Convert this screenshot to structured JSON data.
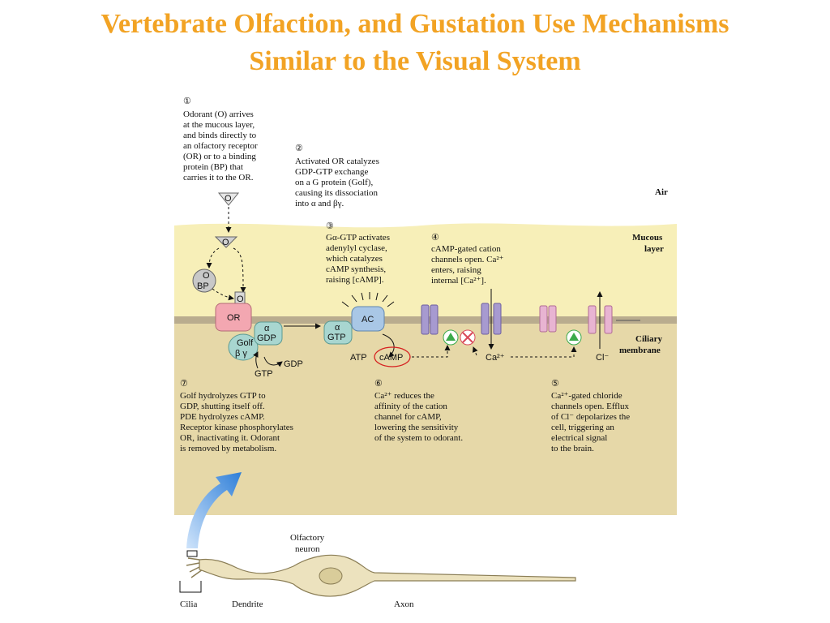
{
  "slide": {
    "title_line1": "Vertebrate Olfaction, and Gustation Use Mechanisms",
    "title_line2": "Similar to the Visual System"
  },
  "colors": {
    "title": "#f2a324",
    "mucous_layer": "#f7efb8",
    "cell_interior": "#e6d8a8",
    "membrane": "#b9ac8e",
    "receptor": "#f3a7b1",
    "g_protein": "#a8d6d0",
    "adenylyl_cyclase": "#a9c7e6",
    "cation_channel": "#a79ad0",
    "chloride_channel": "#e8b4d2",
    "activation": "#3aaa4a",
    "inhibition": "#d94a5a",
    "arrow_blue": "#2f7fd8"
  },
  "steps": {
    "s1": {
      "number": "①",
      "lines": [
        "Odorant (O) arrives",
        "at the mucous layer,",
        "and binds directly to",
        "an olfactory receptor",
        "(OR) or to a binding",
        "protein (BP) that",
        "carries it to the OR."
      ]
    },
    "s2": {
      "number": "②",
      "lines": [
        "Activated OR catalyzes",
        "GDP-GTP exchange",
        "on a G protein (Golf),",
        "causing its dissociation",
        "into α and βγ."
      ]
    },
    "s3": {
      "number": "③",
      "lines": [
        "Gα-GTP activates",
        "adenylyl cyclase,",
        "which catalyzes",
        "cAMP synthesis,",
        "raising [cAMP]."
      ]
    },
    "s4": {
      "number": "④",
      "lines": [
        "cAMP-gated cation",
        "channels open. Ca²⁺",
        "enters, raising",
        "internal [Ca²⁺]."
      ]
    },
    "s5": {
      "number": "⑤",
      "lines": [
        "Ca²⁺-gated chloride",
        "channels open. Efflux",
        "of Cl⁻ depolarizes the",
        "cell, triggering an",
        "electrical signal",
        "to the brain."
      ]
    },
    "s6": {
      "number": "⑥",
      "lines": [
        "Ca²⁺ reduces the",
        "affinity of the cation",
        "channel for cAMP,",
        "lowering the sensitivity",
        "of the system to odorant."
      ]
    },
    "s7": {
      "number": "⑦",
      "lines": [
        "Golf hydrolyzes GTP to",
        "GDP, shutting itself off.",
        "PDE hydrolyzes cAMP.",
        "Receptor kinase phosphorylates",
        "OR, inactivating it. Odorant",
        "is removed by metabolism."
      ]
    }
  },
  "regions": {
    "air": "Air",
    "mucous_1": "Mucous",
    "mucous_2": "layer",
    "ciliary_1": "Ciliary",
    "ciliary_2": "membrane"
  },
  "molecules": {
    "odorant": "O",
    "bp": "BP",
    "or": "OR",
    "g_alpha": "α",
    "gdp": "GDP",
    "golf": "Golf",
    "beta_gamma": "β γ",
    "gtp": "GTP",
    "ac": "AC",
    "atp": "ATP",
    "camp": "cAMP",
    "ca": "Ca²⁺",
    "cl": "Cl⁻"
  },
  "neuron": {
    "title_1": "Olfactory",
    "title_2": "neuron",
    "cilia": "Cilia",
    "dendrite": "Dendrite",
    "axon": "Axon"
  }
}
